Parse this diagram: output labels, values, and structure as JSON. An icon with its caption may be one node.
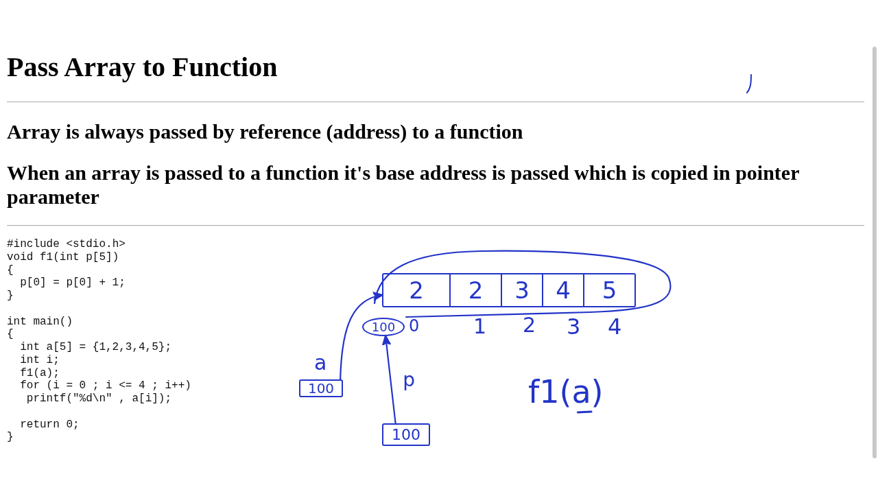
{
  "diagram": {
    "title": "Pass Array to Function",
    "nodes": [
      {
        "text": [],
        "shape": "box"
      },
      {
        "text": [
          "2"
        ],
        "in": 0
      },
      {
        "text": [
          "2"
        ],
        "in": 0
      },
      {
        "text": [
          "3"
        ],
        "in": 0
      },
      {
        "text": [
          "4"
        ],
        "in": 0
      },
      {
        "text": [
          "5"
        ],
        "in": 0
      },
      {
        "text": [
          "100"
        ]
      },
      {
        "text": [
          "100"
        ],
        "beside": [
          "a"
        ]
      },
      {
        "text": [
          "100"
        ]
      }
    ],
    "edges": [
      {
        "from": 7,
        "to": 0,
        "arrow": "to"
      },
      {
        "from": 8,
        "to": 6,
        "arrow": "to",
        "label": "p"
      }
    ],
    "labels": [
      "Array is always passed by reference (address) to a function",
      "When an array is passed to a function it's base address is passed which is copied in pointer parameter",
      "#include <stdio.h>",
      "void f1(int p[5])",
      "{",
      "p[0] = p[0] + 1;",
      "}",
      "int main()",
      "{",
      "int a[5] = {1,2,3,4,5};",
      "int i;",
      "f1(a);",
      "for (i = 0 ; i <= 4 ; i++)",
      "printf(\"%d\\n\" , a[i]);",
      "return 0;",
      "}",
      "0",
      "1",
      "2",
      "3",
      "4",
      "f1(a)"
    ]
  }
}
